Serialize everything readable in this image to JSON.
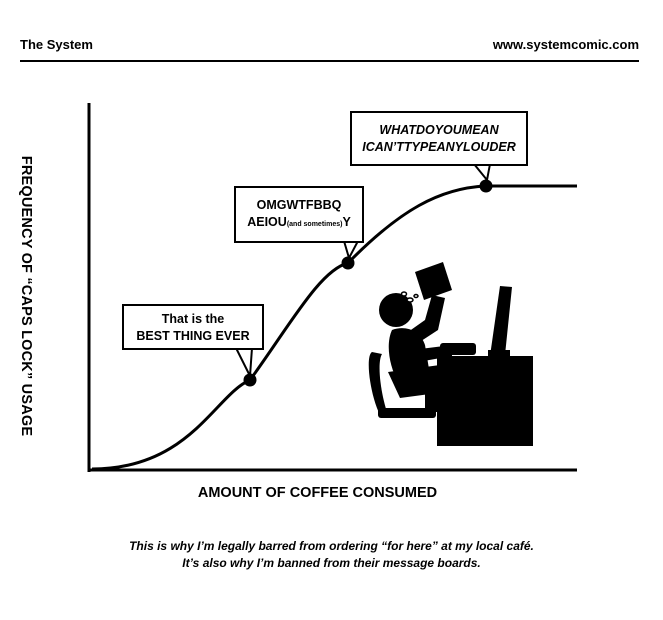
{
  "header": {
    "title": "The System",
    "site": "www.systemcomic.com"
  },
  "graph": {
    "y_label": "FREQUENCY OF “CAPS LOCK” USAGE",
    "x_label": "AMOUNT OF COFFEE CONSUMED"
  },
  "bubbles": {
    "first": {
      "line1": "That is the",
      "line2": "BEST THING EVER"
    },
    "second": {
      "line1": "OMGWTFBBQ",
      "line2_main": "AEIOU",
      "line2_small": "(and sometimes)",
      "line2_end": "Y"
    },
    "third": {
      "line1": "WHATDOYOUMEAN",
      "line2": "ICAN’TTYPEANYLOUDER"
    }
  },
  "caption": {
    "line1": "This is why I’m legally barred from ordering “for here” at my local café.",
    "line2": "It’s also why I’m banned from their message boards."
  },
  "colors": {
    "ink": "#000000",
    "paper": "#ffffff"
  }
}
